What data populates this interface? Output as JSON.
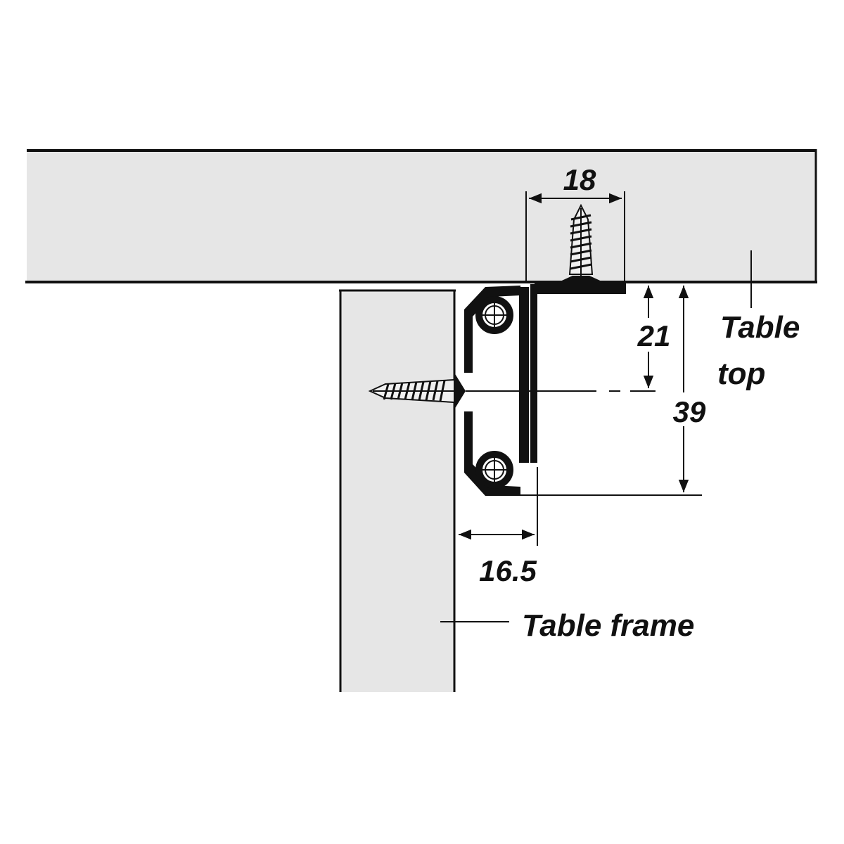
{
  "dimensions": {
    "top_screw_spacing": "18",
    "top_offset": "21",
    "total_height": "39",
    "side_offset": "16.5"
  },
  "labels": {
    "table_top_line1": "Table",
    "table_top_line2": "top",
    "table_frame": "Table frame"
  },
  "colors": {
    "panel_fill": "#e6e6e6",
    "line": "#111111",
    "background": "#ffffff"
  }
}
